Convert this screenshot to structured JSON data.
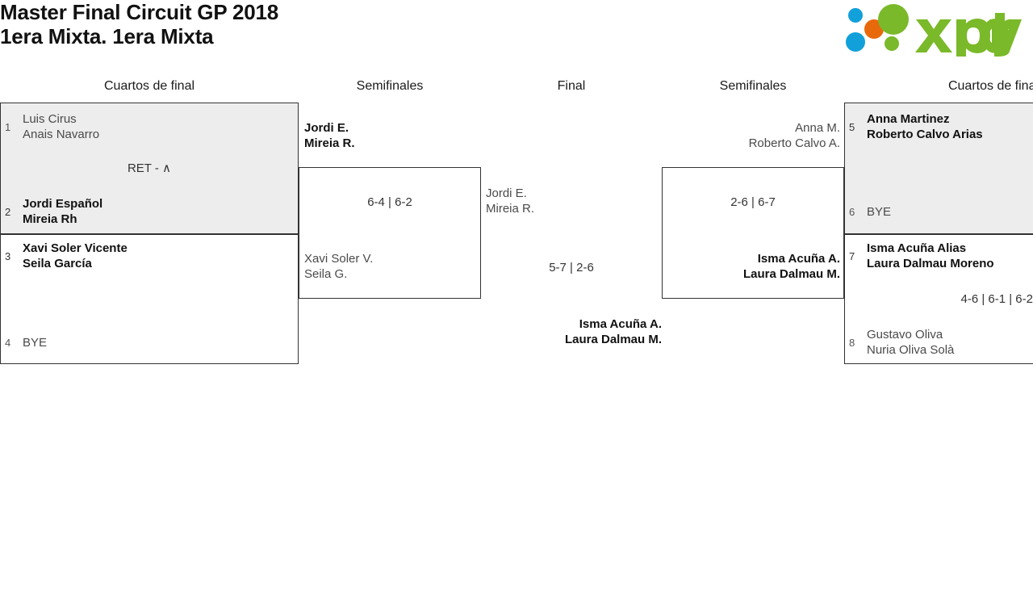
{
  "header": {
    "title_line_1": "Master Final Circuit GP 2018",
    "title_line_2": "1era Mixta. 1era Mixta",
    "logo_text": "xporty",
    "logo_colors": {
      "green": "#7ab929",
      "blue": "#12a0db",
      "orange": "#e8690b"
    }
  },
  "rounds": [
    {
      "label": "Cuartos de final"
    },
    {
      "label": "Semifinales"
    },
    {
      "label": "Final"
    },
    {
      "label": "Semifinales"
    },
    {
      "label": "Cuartos de final"
    }
  ],
  "matches": {
    "qf1": {
      "score": "RET - ∧",
      "top": {
        "seed": "1",
        "line1": "Luis Cirus",
        "line2": "Anais Navarro",
        "winner": false
      },
      "bottom": {
        "seed": "2",
        "line1": "Jordi Español",
        "line2": "Mireia Rh",
        "winner": true
      }
    },
    "qf2": {
      "score": "",
      "top": {
        "seed": "3",
        "line1": "Xavi Soler Vicente",
        "line2": "Seila García",
        "winner": true
      },
      "bottom": {
        "seed": "4",
        "line1": "BYE",
        "line2": "",
        "winner": false
      }
    },
    "sf_left": {
      "score": "6-4 | 6-2",
      "top": {
        "line1": "Jordi E.",
        "line2": "Mireia R.",
        "winner": true
      },
      "bottom": {
        "line1": "Xavi Soler V.",
        "line2": "Seila G.",
        "winner": false
      }
    },
    "final": {
      "score": "5-7 | 2-6",
      "top": {
        "line1": "Jordi E.",
        "line2": "Mireia R.",
        "winner": false
      },
      "bottom": {
        "line1": "Isma Acuña A.",
        "line2": "Laura Dalmau M.",
        "winner": true
      }
    },
    "sf_right": {
      "score": "2-6 | 6-7",
      "top": {
        "line1": "Anna M.",
        "line2": "Roberto Calvo A.",
        "winner": false
      },
      "bottom": {
        "line1": "Isma Acuña A.",
        "line2": "Laura Dalmau M.",
        "winner": true
      }
    },
    "qf3": {
      "score": "",
      "top": {
        "seed": "5",
        "line1": "Anna Martinez",
        "line2": "Roberto Calvo Arias",
        "winner": true
      },
      "bottom": {
        "seed": "6",
        "line1": "BYE",
        "line2": "",
        "winner": false
      }
    },
    "qf4": {
      "score": "4-6 | 6-1 | 6-2",
      "top": {
        "seed": "7",
        "line1": "Isma Acuña Alias",
        "line2": "Laura Dalmau Moreno",
        "winner": true
      },
      "bottom": {
        "seed": "8",
        "line1": "Gustavo Oliva",
        "line2": "Nuria Oliva Solà",
        "winner": false
      }
    }
  }
}
